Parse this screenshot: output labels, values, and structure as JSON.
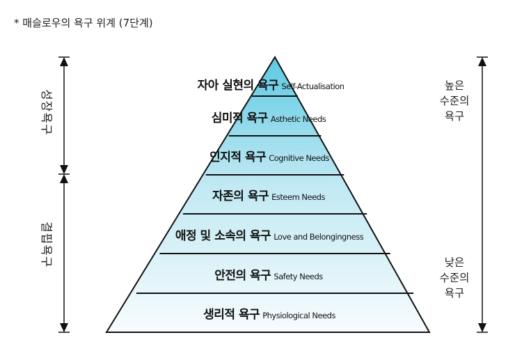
{
  "title": "* 매슬로우의 욕구 위계 (7단계)",
  "levels": [
    {
      "ko": "자아 실현의 욕구",
      "en": "Self-Actualisation"
    },
    {
      "ko": "심미적 욕구",
      "en": "Asthetic Needs"
    },
    {
      "ko": "인지적 욕구",
      "en": "Cognitive Needs"
    },
    {
      "ko": "자존의 욕구",
      "en": "Esteem Needs"
    },
    {
      "ko": "애정 및 소속의 욕구",
      "en": "Love and Belongingness"
    },
    {
      "ko": "안전의 욕구",
      "en": "Safety Needs"
    },
    {
      "ko": "생리적 욕구",
      "en": "Physiological Needs"
    }
  ],
  "left_labels": {
    "growth": "성장욕구",
    "deficiency": "결핍욕구"
  },
  "right_labels": {
    "high": [
      "높은",
      "수준의",
      "욕구"
    ],
    "low": [
      "낮은",
      "수준의",
      "욕구"
    ]
  },
  "colors": {
    "top_fill": "#6fd0e6",
    "bottom_fill": "#f2fafd",
    "stroke": "#111111"
  }
}
